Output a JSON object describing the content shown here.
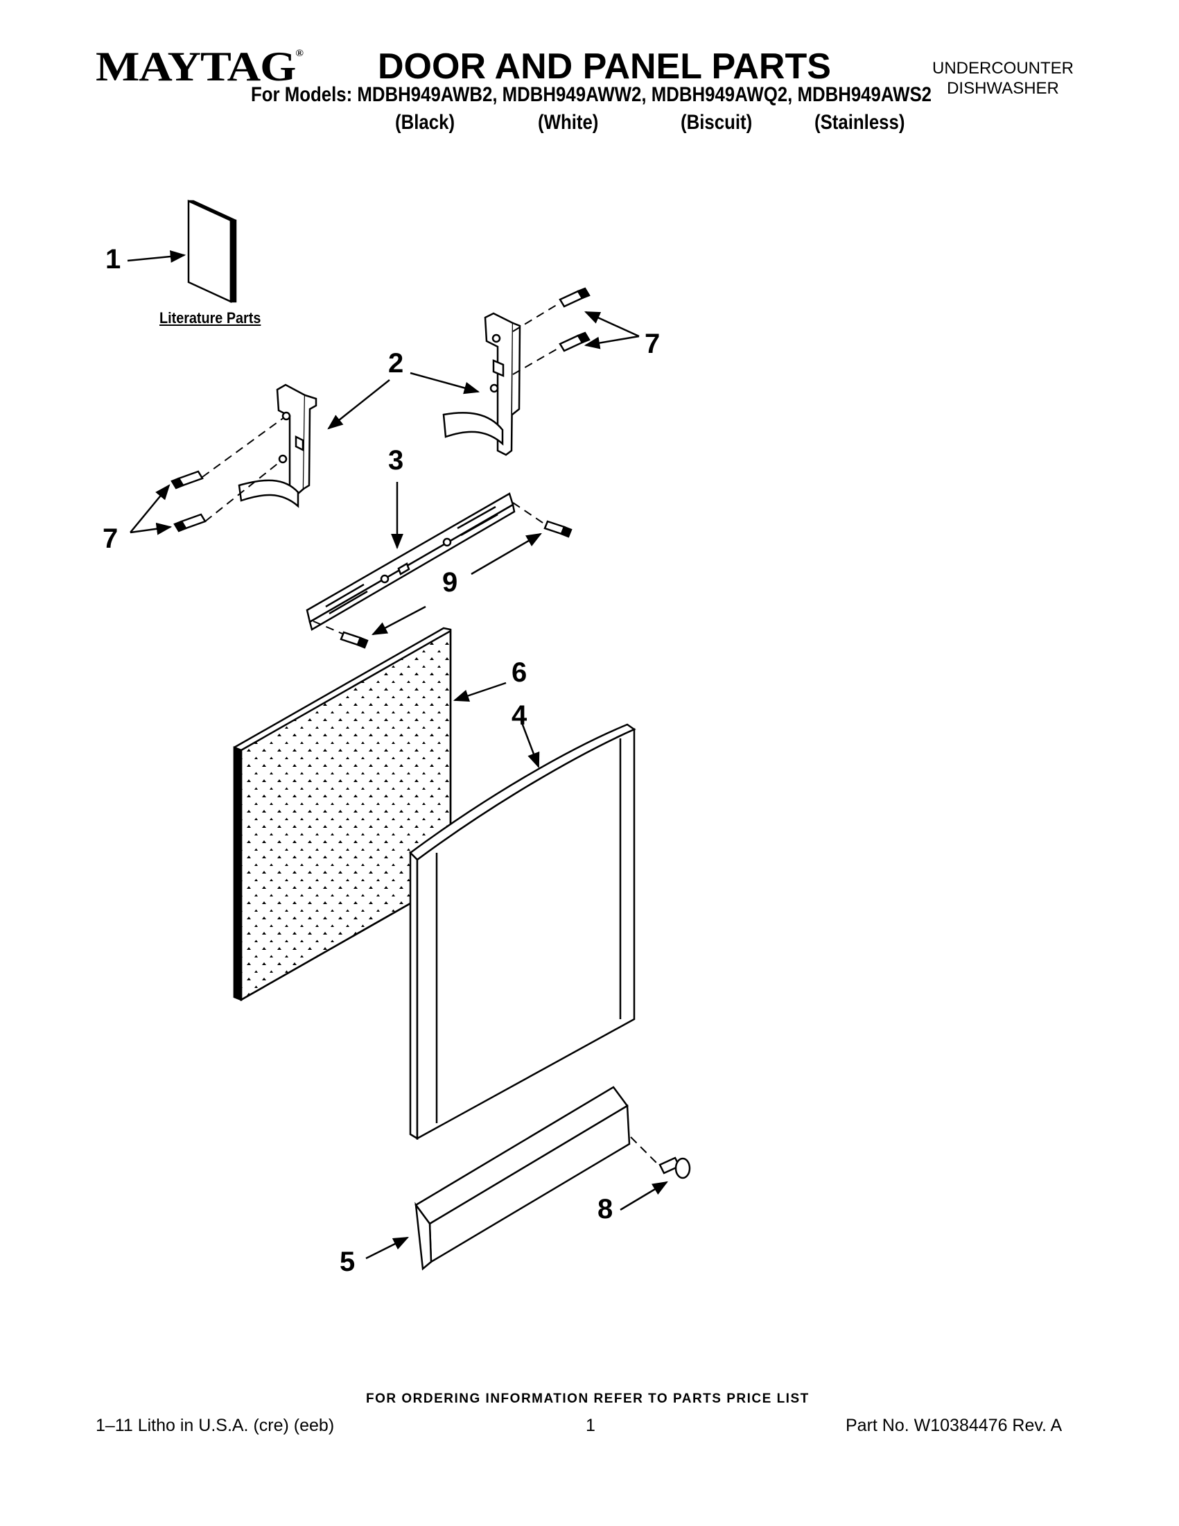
{
  "header": {
    "brand": "MAYTAG",
    "brand_mark": "®",
    "title": "DOOR AND PANEL PARTS",
    "product_line1": "UNDERCOUNTER",
    "product_line2": "DISHWASHER",
    "models_line": "For Models: MDBH949AWB2, MDBH949AWW2, MDBH949AWQ2, MDBH949AWS2",
    "colors": [
      "(Black)",
      "(White)",
      "(Biscuit)",
      "(Stainless)"
    ]
  },
  "diagram": {
    "literature_label": "Literature Parts",
    "callouts": [
      "1",
      "2",
      "3",
      "4",
      "5",
      "6",
      "7",
      "7",
      "8",
      "9"
    ]
  },
  "footer": {
    "ordering_note": "FOR ORDERING INFORMATION REFER TO PARTS PRICE LIST",
    "litho": "1–11 Litho in U.S.A. (cre) (eeb)",
    "page_number": "1",
    "part_number": "Part No. W10384476 Rev. A"
  }
}
